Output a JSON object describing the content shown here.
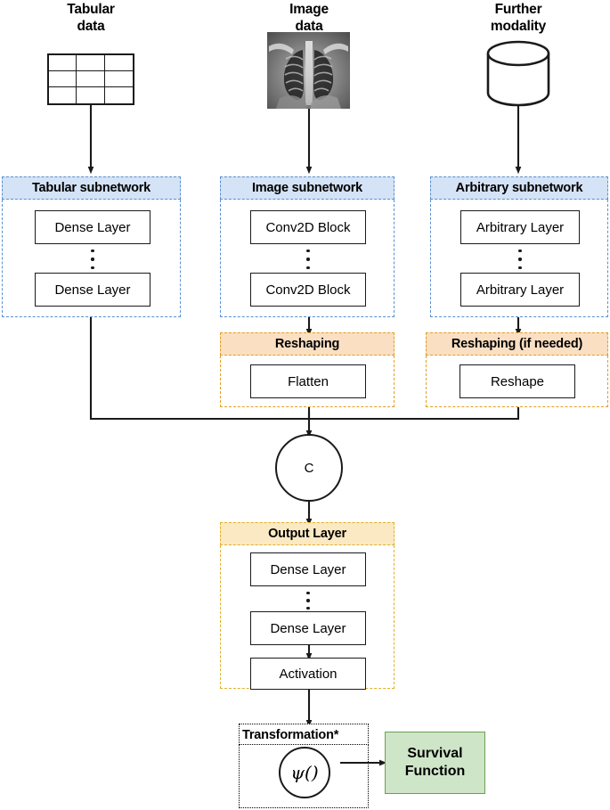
{
  "figure": {
    "type": "neural-network-architecture-diagram",
    "title": "Multimodal survival-analysis network architecture"
  },
  "inputs": [
    {
      "id": "tabular",
      "caption_line1": "Tabular",
      "caption_line2": "data",
      "icon": "table-grid-icon"
    },
    {
      "id": "image",
      "caption_line1": "Image",
      "caption_line2": "data",
      "icon": "chest-xray-thumbnail"
    },
    {
      "id": "further",
      "caption_line1": "Further",
      "caption_line2": "modality",
      "icon": "database-cylinder-icon"
    }
  ],
  "subnetworks": [
    {
      "id": "tabular",
      "header": "Tabular subnetwork",
      "layers": [
        "Dense Layer",
        "Dense Layer"
      ],
      "ellipsis": true
    },
    {
      "id": "image",
      "header": "Image subnetwork",
      "layers": [
        "Conv2D Block",
        "Conv2D Block"
      ],
      "ellipsis": true
    },
    {
      "id": "arbitrary",
      "header": "Arbitrary subnetwork",
      "layers": [
        "Arbitrary Layer",
        "Arbitrary Layer"
      ],
      "ellipsis": true
    }
  ],
  "reshaping": [
    {
      "id": "image",
      "header": "Reshaping",
      "layers": [
        "Flatten"
      ]
    },
    {
      "id": "arbitrary",
      "header": "Reshaping (if needed)",
      "layers": [
        "Reshape"
      ]
    }
  ],
  "concat": {
    "label": "C",
    "name": "concatenation-node"
  },
  "output_layer": {
    "header": "Output Layer",
    "layers": [
      "Dense Layer",
      "Dense Layer",
      "Activation"
    ],
    "ellipsis_after_index": 0
  },
  "transformation": {
    "header": "Transformation*",
    "node_label": "ψ()"
  },
  "survival": {
    "line1": "Survival",
    "line2": "Function"
  },
  "colors": {
    "subnetwork_header_fill": "#d4e3f5",
    "subnetwork_border": "#5b8fd0",
    "reshaping_header_fill": "#fadfc3",
    "reshaping_border": "#e09f25",
    "output_header_fill": "#fbe9c3",
    "output_border": "#e0b02a",
    "transformation_border": "#000000",
    "survival_fill": "#cfe5c8",
    "survival_border": "#6aa055",
    "line": "#1a1a1a"
  }
}
